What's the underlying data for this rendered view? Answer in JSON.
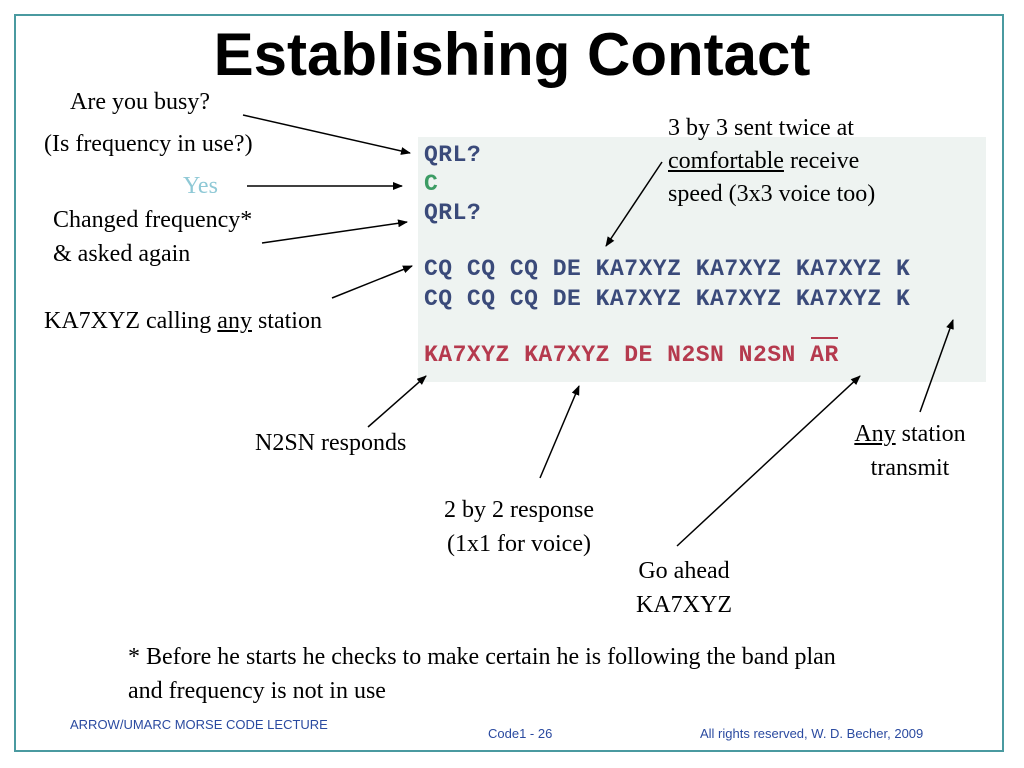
{
  "title": "Establishing Contact",
  "labels": {
    "are_you_busy": "Are you busy?",
    "is_frequency": "(Is frequency in use?)",
    "yes": "Yes",
    "changed_freq_1": "Changed frequency*",
    "changed_freq_2": "& asked again",
    "calling_pre": "KA7XYZ calling ",
    "calling_any": "any",
    "calling_post": " station",
    "three_by_three_1": "3 by 3 sent twice at",
    "three_by_three_2a": "comfortable",
    "three_by_three_2b": " receive",
    "three_by_three_3": "speed (3x3 voice too)",
    "n2sn_responds": "N2SN responds",
    "two_by_two_1": "2 by 2 response",
    "two_by_two_2": "(1x1 for voice)",
    "go_ahead_1": "Go ahead",
    "go_ahead_2": "KA7XYZ",
    "any_station_1a": "Any",
    "any_station_1b": " station",
    "any_station_2": "transmit"
  },
  "code_lines": {
    "qrl1": "QRL?",
    "c": "C",
    "qrl2": "QRL?",
    "cq1_a": "CQ CQ CQ ",
    "cq1_b": "DE ",
    "cq1_c": "KA7XYZ KA7XYZ KA7XYZ K",
    "cq2": "CQ CQ CQ DE KA7XYZ KA7XYZ KA7XYZ K",
    "resp": "KA7XYZ KA7XYZ DE N2SN N2SN ",
    "ar": "AR"
  },
  "note_text": "* Before he starts he checks to make certain he is following the band plan and frequency is not in use",
  "footer": {
    "left": "ARROW/UMARC MORSE CODE LECTURE",
    "center": "Code1 - 26",
    "right": "All rights reserved, W. D. Becher, 2009"
  },
  "colors": {
    "frame": "#4a9aa0",
    "code_blue": "#3a4a7a",
    "code_green": "#3c9c64",
    "code_red": "#b53a4e",
    "yes": "#8fc9d6",
    "footer": "#2a4aa0"
  }
}
